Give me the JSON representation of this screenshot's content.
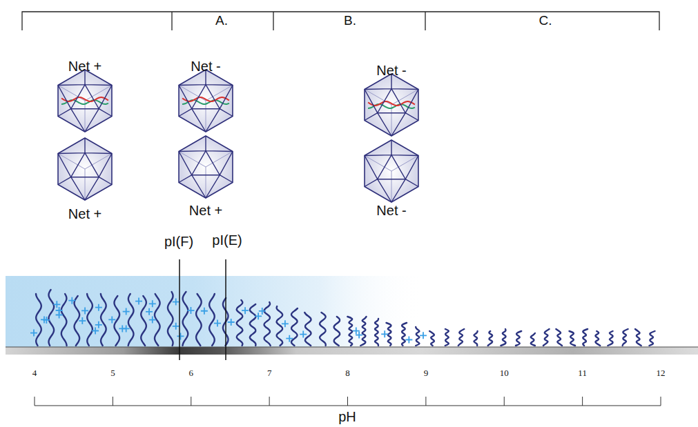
{
  "diagram": {
    "labels": [
      "A.",
      "B.",
      "C.",
      "Net +",
      "Net -",
      "Net -",
      "Net +",
      "Net +",
      "Net -",
      "pI(F)",
      "pI(E)",
      "4",
      "5",
      "6",
      "7",
      "8",
      "9",
      "10",
      "11",
      "12",
      "pH"
    ]
  }
}
